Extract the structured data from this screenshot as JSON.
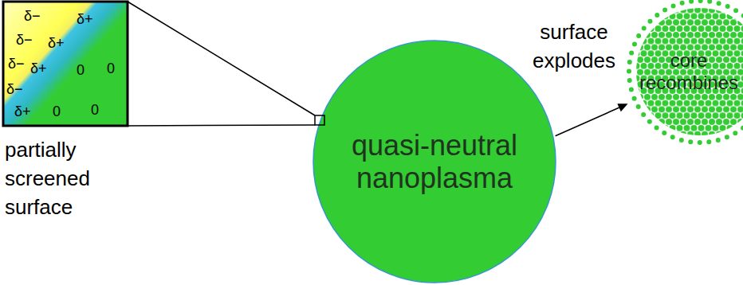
{
  "diagram": {
    "nodes": [
      {
        "text": [
          "quasi-neutral nanoplasma"
        ]
      },
      {
        "text": [
          "core recombines"
        ]
      }
    ],
    "edges": [
      {
        "from": 0,
        "to": 1,
        "arrow": "to",
        "label": "surface explodes"
      }
    ],
    "labels": [
      "δ−",
      "δ+",
      "δ−",
      "δ+",
      "δ−",
      "δ+",
      "0",
      "0",
      "δ−",
      "δ+",
      "0",
      "0",
      "partially screened surface"
    ]
  }
}
